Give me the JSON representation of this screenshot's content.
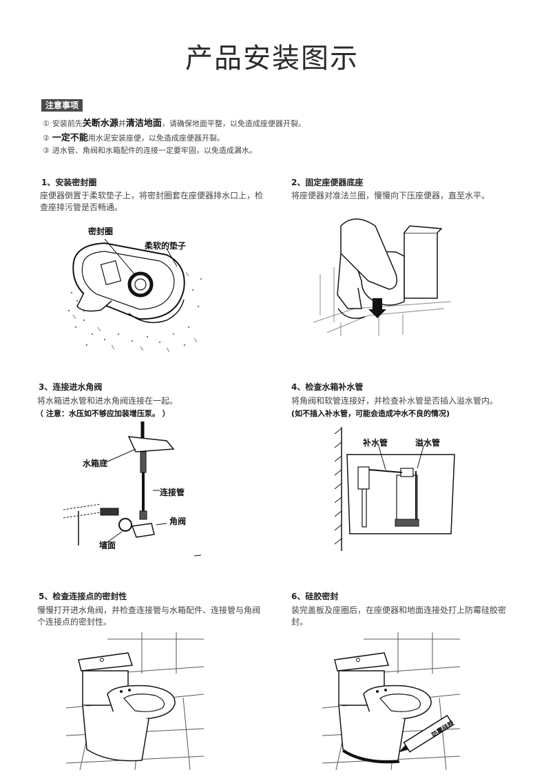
{
  "title": "产品安装图示",
  "notice": {
    "badge": "注意事项",
    "items": [
      {
        "num": "①",
        "pre": "安装前先",
        "b1": "关断水源",
        "mid": "并",
        "b2": "清洁地面",
        "post": "，请确保地面平整，以免造成座便器开裂。"
      },
      {
        "num": "②",
        "b1": "一定不能",
        "post": "用水泥安装座便，以免造成座便器开裂。"
      },
      {
        "num": "③",
        "post": "进水管、角阀和水箱配件的连接一定要牢固，以免造成漏水。"
      }
    ]
  },
  "steps": [
    {
      "title": "1、安装密封圈",
      "desc": "座便器倒置于柔软垫子上，将密封圈套在座便器排水口上，检查座排污管是否畅通。",
      "labels": [
        "密封圈",
        "柔软的垫子"
      ]
    },
    {
      "title": "2、固定座便器底座",
      "desc": "将座便器对准法兰圈，慢慢向下压座便器，直至水平。"
    },
    {
      "title": "3、连接进水角阀",
      "desc": "将水箱进水管和进水角阀连接在一起。",
      "note": "（ 注意：水压如不够应加装增压泵。 ）",
      "labels": [
        "水箱底",
        "连接管",
        "角阀",
        "墙面"
      ]
    },
    {
      "title": "4、检查水箱补水管",
      "desc": "将角阀和软管连接好，并检查补水管是否插入溢水管内。",
      "note": "(如不插入补水管，可能会造成冲水不良的情况)",
      "labels": [
        "补水管",
        "溢水管"
      ]
    },
    {
      "title": "5、检查连接点的密封性",
      "desc": "慢慢打开进水角阀，并检查连接管与水箱配件、连接管与角阀个连接点的密封性。"
    },
    {
      "title": "6、硅胶密封",
      "desc": "装完盖板及座圈后，在座便器和地面连接处打上防霉硅胶密封。",
      "labels": [
        "防霉硅胶"
      ]
    }
  ]
}
